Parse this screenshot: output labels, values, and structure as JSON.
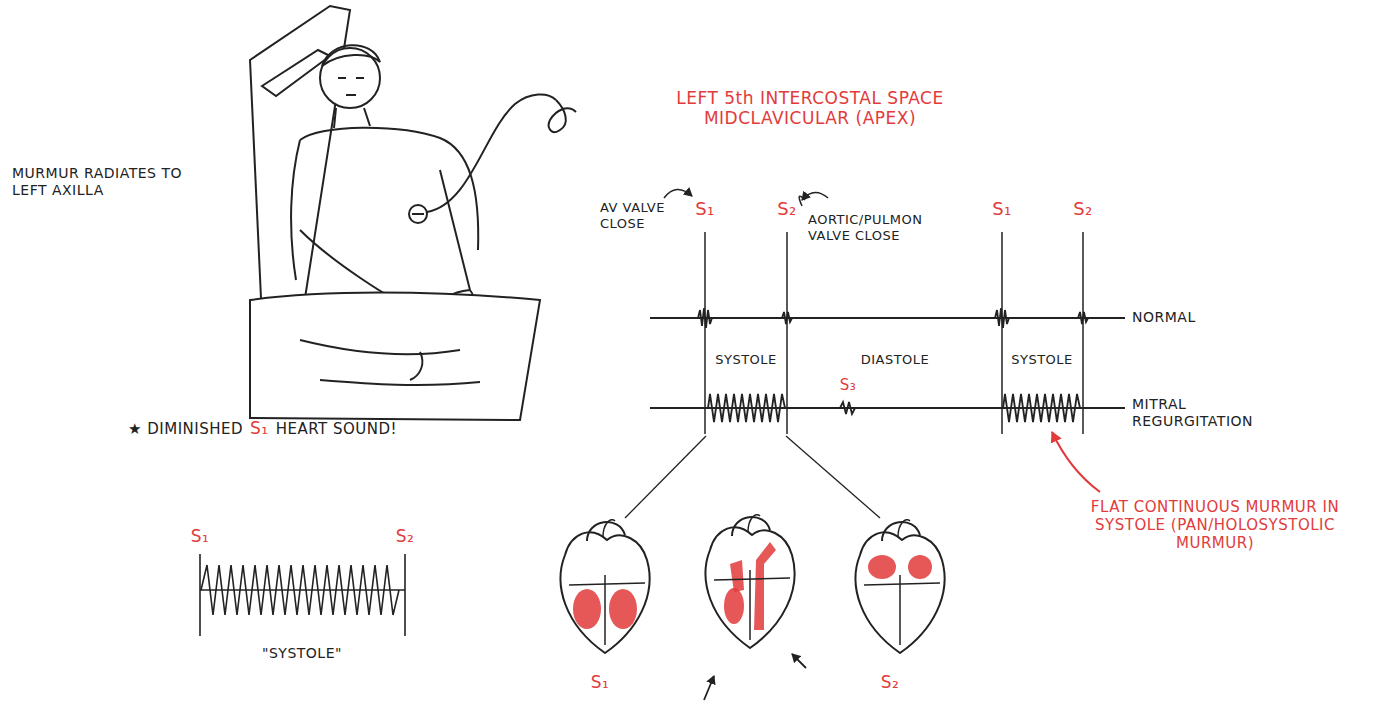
{
  "diagram": {
    "labels": [
      "MURMUR RADIATES TO LEFT AXILLA",
      "LEFT 5th INTERCOSTAL SPACE MIDCLAVICULAR (APEX)",
      "AV VALVE CLOSE",
      "S₁",
      "S₂",
      "AORTIC/PULMON VALVE CLOSE",
      "S₁",
      "S₂",
      "NORMAL",
      "SYSTOLE",
      "DIASTOLE",
      "SYSTOLE",
      "S₃",
      "MITRAL REGURGITATION",
      "FLAT CONTINUOUS MURMUR IN SYSTOLE (PAN/HOLOSYSTOLIC MURMUR)",
      "★ DIMINISHED",
      "S₁",
      "HEART SOUND!",
      "S₁",
      "S₂",
      "\"SYSTOLE\"",
      "S₁",
      "S₂"
    ]
  }
}
